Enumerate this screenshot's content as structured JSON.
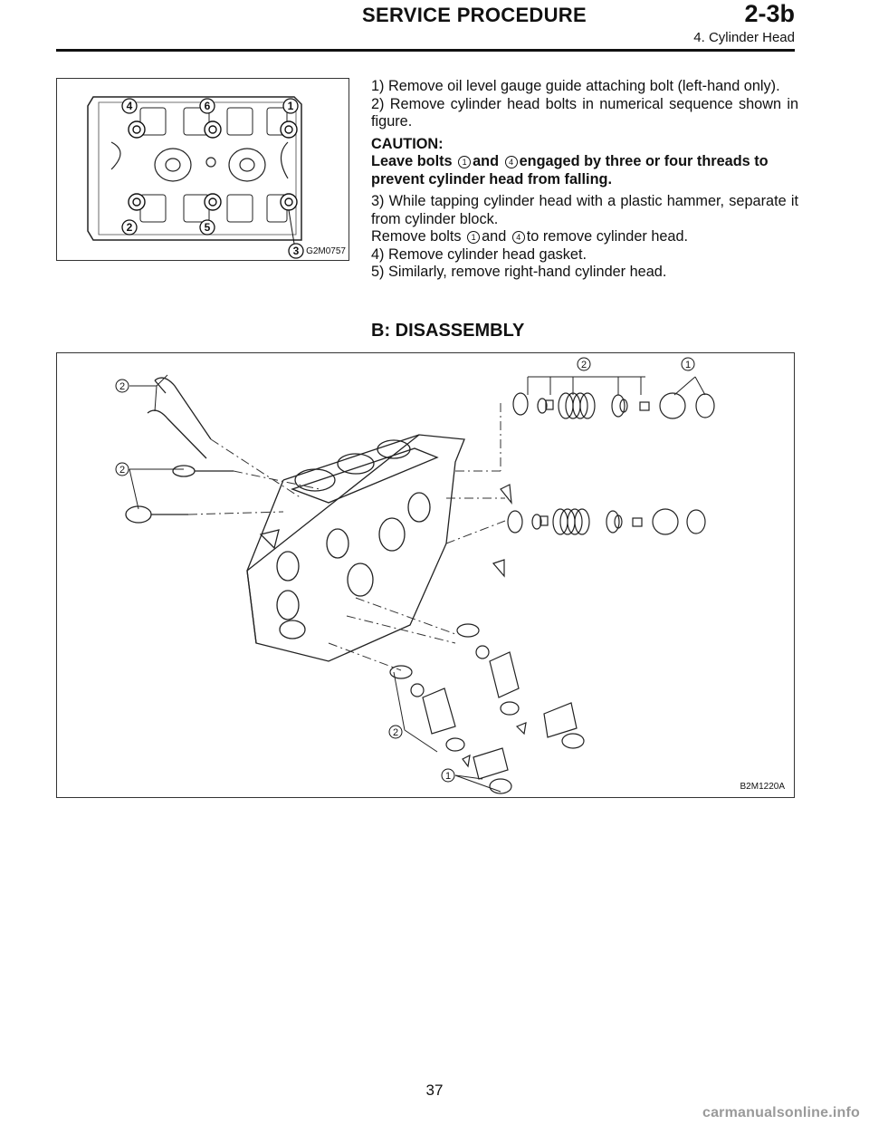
{
  "header": {
    "title": "SERVICE PROCEDURE",
    "section_number": "2-3b",
    "section_subtitle": "4. Cylinder Head"
  },
  "figure1": {
    "code": "G2M0757",
    "bolt_labels": [
      "1",
      "2",
      "3",
      "4",
      "5",
      "6"
    ]
  },
  "steps": {
    "step1": "1) Remove oil level gauge guide attaching bolt (left-hand only).",
    "step2": "2) Remove cylinder head bolts in numerical sequence shown in figure.",
    "caution_title": "CAUTION:",
    "caution_pre": "Leave bolts",
    "caution_mid": "and",
    "caution_post": "engaged by three or four threads to prevent cylinder head from falling.",
    "step3": "3) While tapping cylinder head with a plastic hammer, separate it from cylinder block.",
    "step3b_pre": "Remove bolts",
    "step3b_mid": "and",
    "step3b_post": "to remove cylinder head.",
    "step4": "4) Remove cylinder head gasket.",
    "step5": "5) Similarly, remove right-hand cylinder head.",
    "bolt_a": "1",
    "bolt_b": "4"
  },
  "section": {
    "heading": "B: DISASSEMBLY"
  },
  "figure2": {
    "code": "B2M1220A",
    "callouts": [
      "1",
      "2"
    ]
  },
  "footer": {
    "page_number": "37",
    "watermark": "carmanualsonline.info"
  }
}
